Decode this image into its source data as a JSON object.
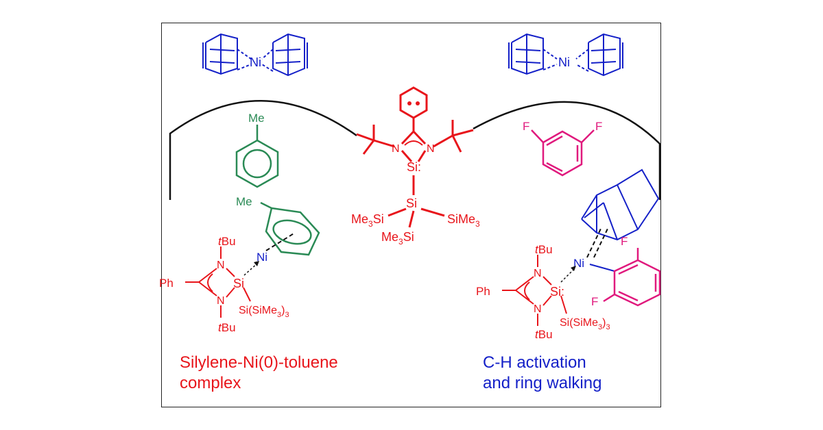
{
  "colors": {
    "red": "#e8151b",
    "blue": "#1420c8",
    "green": "#2a8a55",
    "magenta": "#e0197d",
    "black": "#111111"
  },
  "labels": {
    "ni": "Ni",
    "me": "Me",
    "tbu": "tBu",
    "t": "t",
    "bu": "Bu",
    "n": "N",
    "si": "Si",
    "ph": "Ph",
    "f": "F",
    "sisime3": "Si(SiMe",
    "sub3": "3",
    "close": ")",
    "me3si": "Me",
    "sime": "SiMe",
    "si_after_me3": "Si",
    "colon": ":"
  },
  "captions": {
    "left_line1": "Silylene-Ni(0)-toluene",
    "left_line2": "complex",
    "right_line1": "C-H activation",
    "right_line2": "and ring walking"
  }
}
